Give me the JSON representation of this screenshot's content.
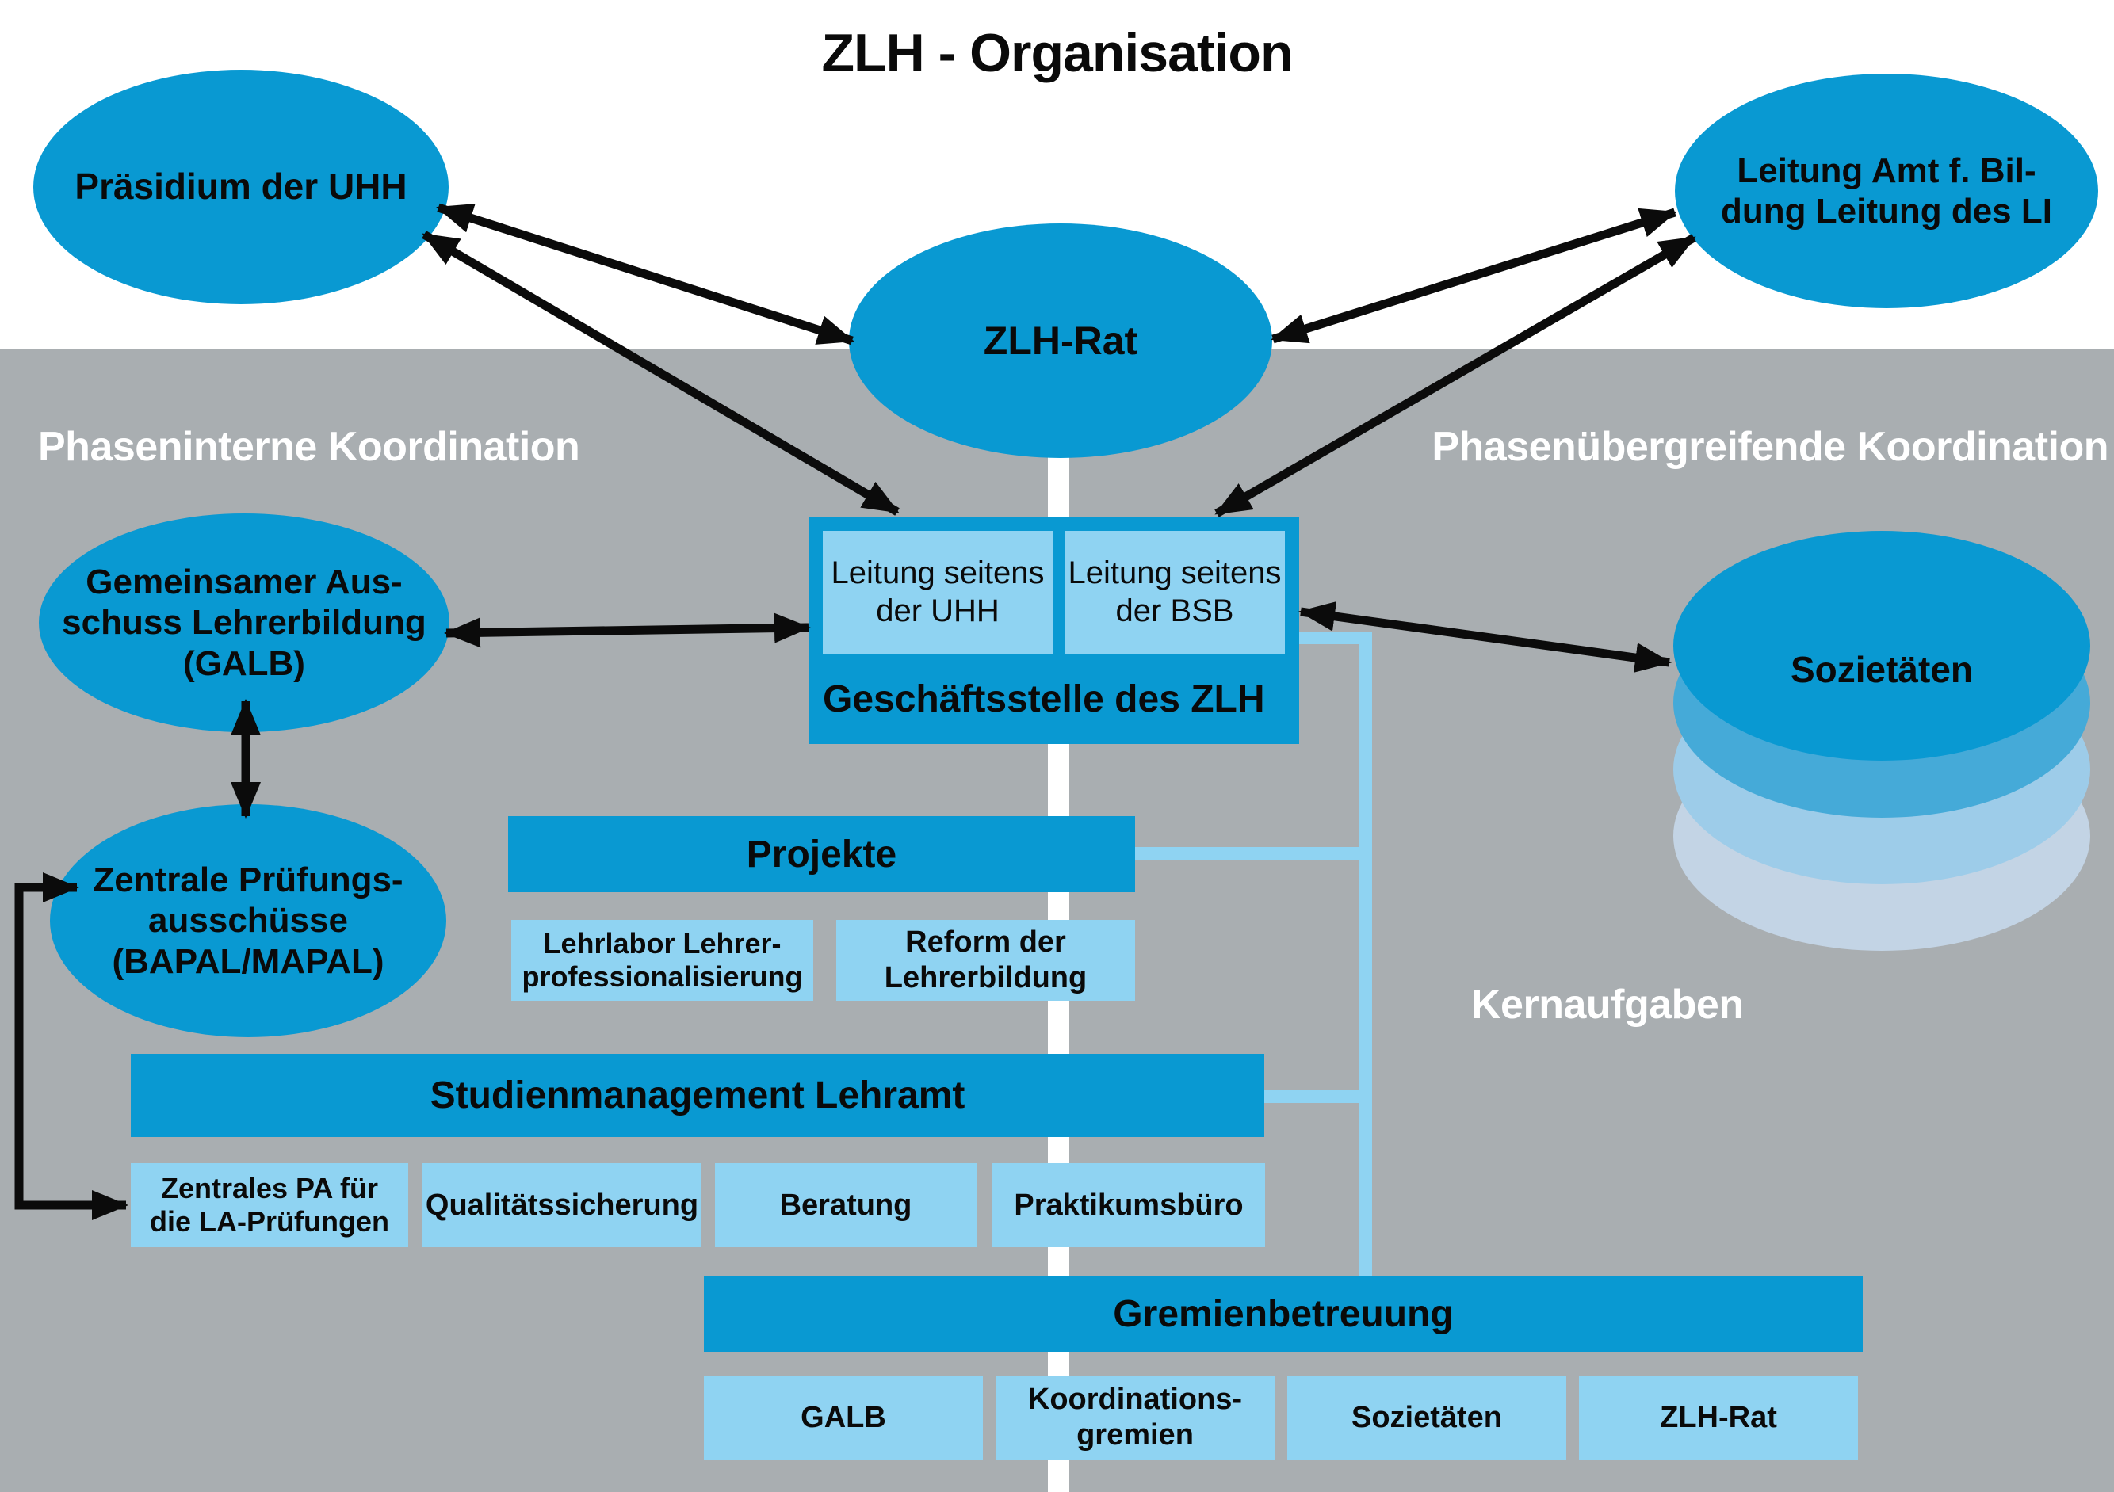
{
  "title": "ZLH - Organisation",
  "colors": {
    "primary_blue": "#0999D2",
    "light_blue": "#8FD3F2",
    "background_gray": "#A9AEB1",
    "sozietaeten_mid_blue": "#45AAD8",
    "sozietaeten_light_blue": "#9DCCE9",
    "sozietaeten_pale_blue": "#C3D4E5"
  },
  "zones": {
    "left_zone_label": "Phaseninterne Koordination",
    "right_zone_label": "Phasenübergreifende Koordination",
    "core_zone_label": "Kernaufgaben"
  },
  "nodes": {
    "praesidium": "Präsidium der UHH",
    "leitung_amt": "Leitung Amt f. Bil-\ndung Leitung des LI",
    "zlh_rat": "ZLH-Rat",
    "galb": "Gemeinsamer Aus-\nschuss Lehrerbildung\n(GALB)",
    "pruefungsausschuesse": "Zentrale Prüfungs-\nausschüsse\n(BAPAL/MAPAL)",
    "sozietaeten": "Sozietäten"
  },
  "geschaeftsstelle": {
    "title": "Geschäftsstelle des ZLH",
    "leitung_uhh": "Leitung seitens\nder UHH",
    "leitung_bsb": "Leitung seitens\nder BSB"
  },
  "projekte": {
    "title": "Projekte",
    "items": [
      "Lehrlabor Lehrer-\nprofessionalisierung",
      "Reform der\nLehrerbildung"
    ]
  },
  "studienmanagement": {
    "title": "Studienmanagement Lehramt",
    "items": [
      "Zentrales PA für\ndie LA-Prüfungen",
      "Qualitätssicherung",
      "Beratung",
      "Praktikumsbüro"
    ]
  },
  "gremienbetreuung": {
    "title": "Gremienbetreuung",
    "items": [
      "GALB",
      "Koordinations-\ngremien",
      "Sozietäten",
      "ZLH-Rat"
    ]
  }
}
